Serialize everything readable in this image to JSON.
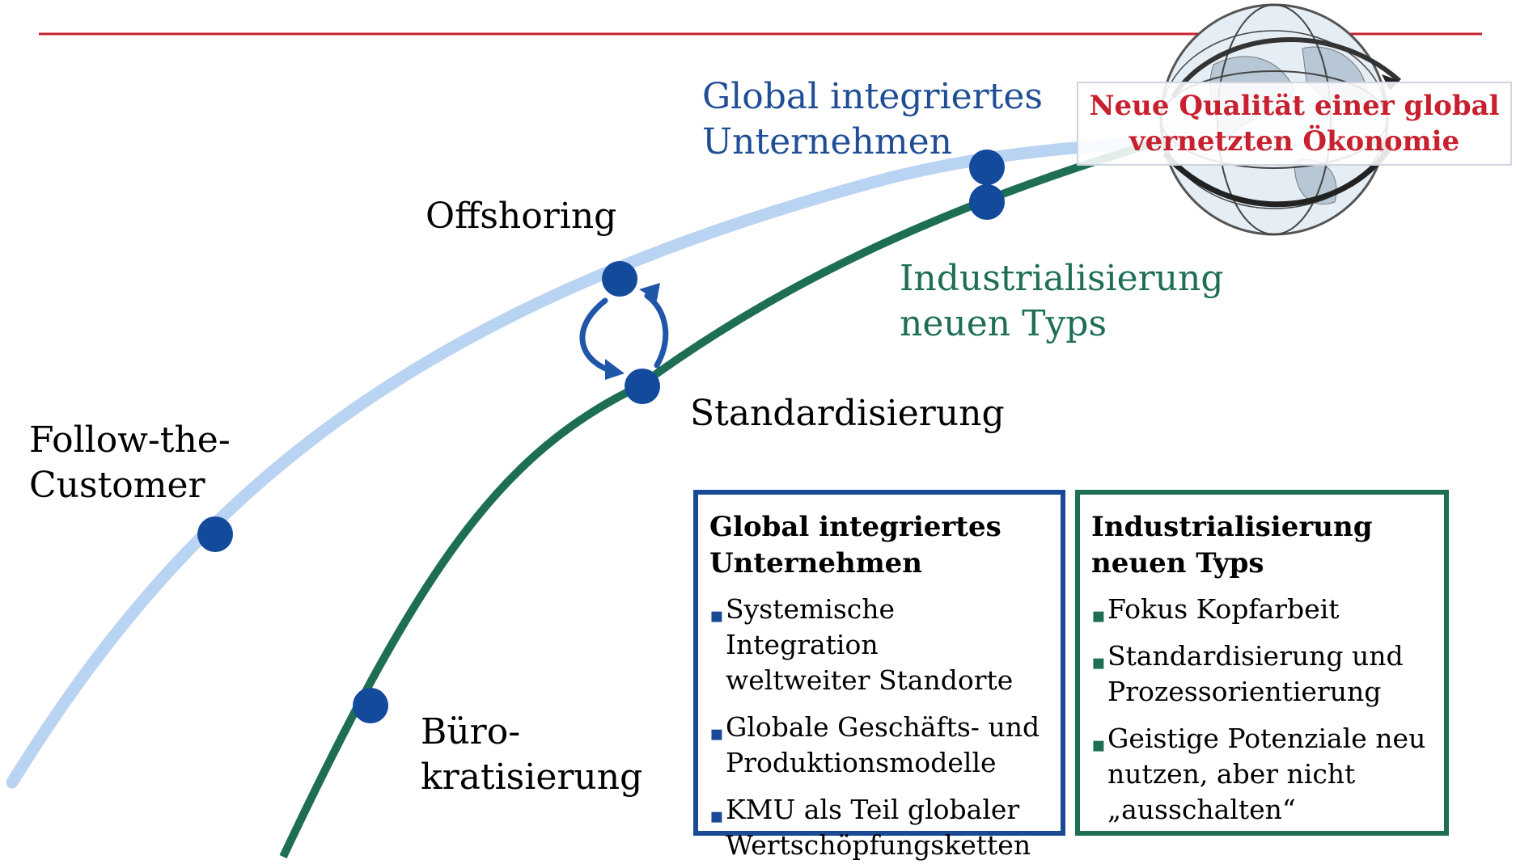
{
  "colors": {
    "accent_red": "#c8202f",
    "light_curve": "#b9d3f2",
    "dark_curve": "#1d6e55",
    "node_blue": "#134a9c",
    "blue_text": "#1f4e96",
    "green_text": "#1d6e55"
  },
  "icons": {
    "globe": "globe-icon",
    "cycle": "cycle-arrows-icon"
  },
  "labels": {
    "global_integriert": [
      "Global integriertes",
      "Unternehmen"
    ],
    "offshoring": "Offshoring",
    "industrialisierung": [
      "Industrialisierung",
      "neuen Typs"
    ],
    "standardisierung": "Standardisierung",
    "follow": [
      "Follow-the-",
      "Customer"
    ],
    "buero": [
      "Büro-",
      "kratisierung"
    ]
  },
  "callout": [
    "Neue Qualität einer global",
    "vernetzten Ökonomie"
  ],
  "box_global": {
    "title": [
      "Global integriertes",
      "Unternehmen"
    ],
    "items": [
      [
        "Systemische Integration",
        "weltweiter Standorte"
      ],
      [
        "Globale Geschäfts- und",
        "Produktionsmodelle"
      ],
      [
        "KMU als Teil globaler",
        "Wertschöpfungsketten"
      ]
    ]
  },
  "box_industrial": {
    "title": [
      "Industrialisierung",
      "neuen Typs"
    ],
    "items": [
      [
        "Fokus Kopfarbeit"
      ],
      [
        "Standardisierung und",
        "Prozessorientierung"
      ],
      [
        "Geistige Potenziale neu",
        "nutzen, aber nicht",
        "„ausschalten“"
      ]
    ]
  }
}
